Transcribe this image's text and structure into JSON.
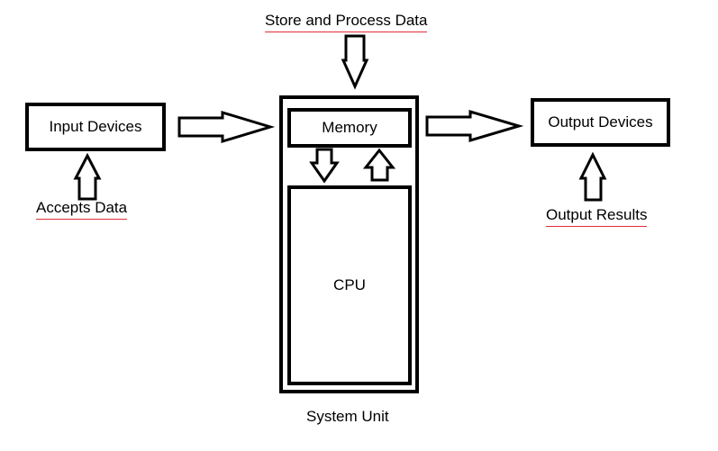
{
  "diagram": {
    "top_note": "Store and Process Data",
    "input": {
      "label": "Input Devices",
      "note": "Accepts Data"
    },
    "system_unit": {
      "label": "System Unit",
      "memory": "Memory",
      "cpu": "CPU"
    },
    "output": {
      "label": "Output Devices",
      "note": "Output Results"
    },
    "colors": {
      "stroke": "#000000",
      "underline": "#e0303a",
      "background": "#ffffff"
    },
    "flow": [
      "Input Devices",
      "Memory",
      "Output Devices"
    ]
  }
}
